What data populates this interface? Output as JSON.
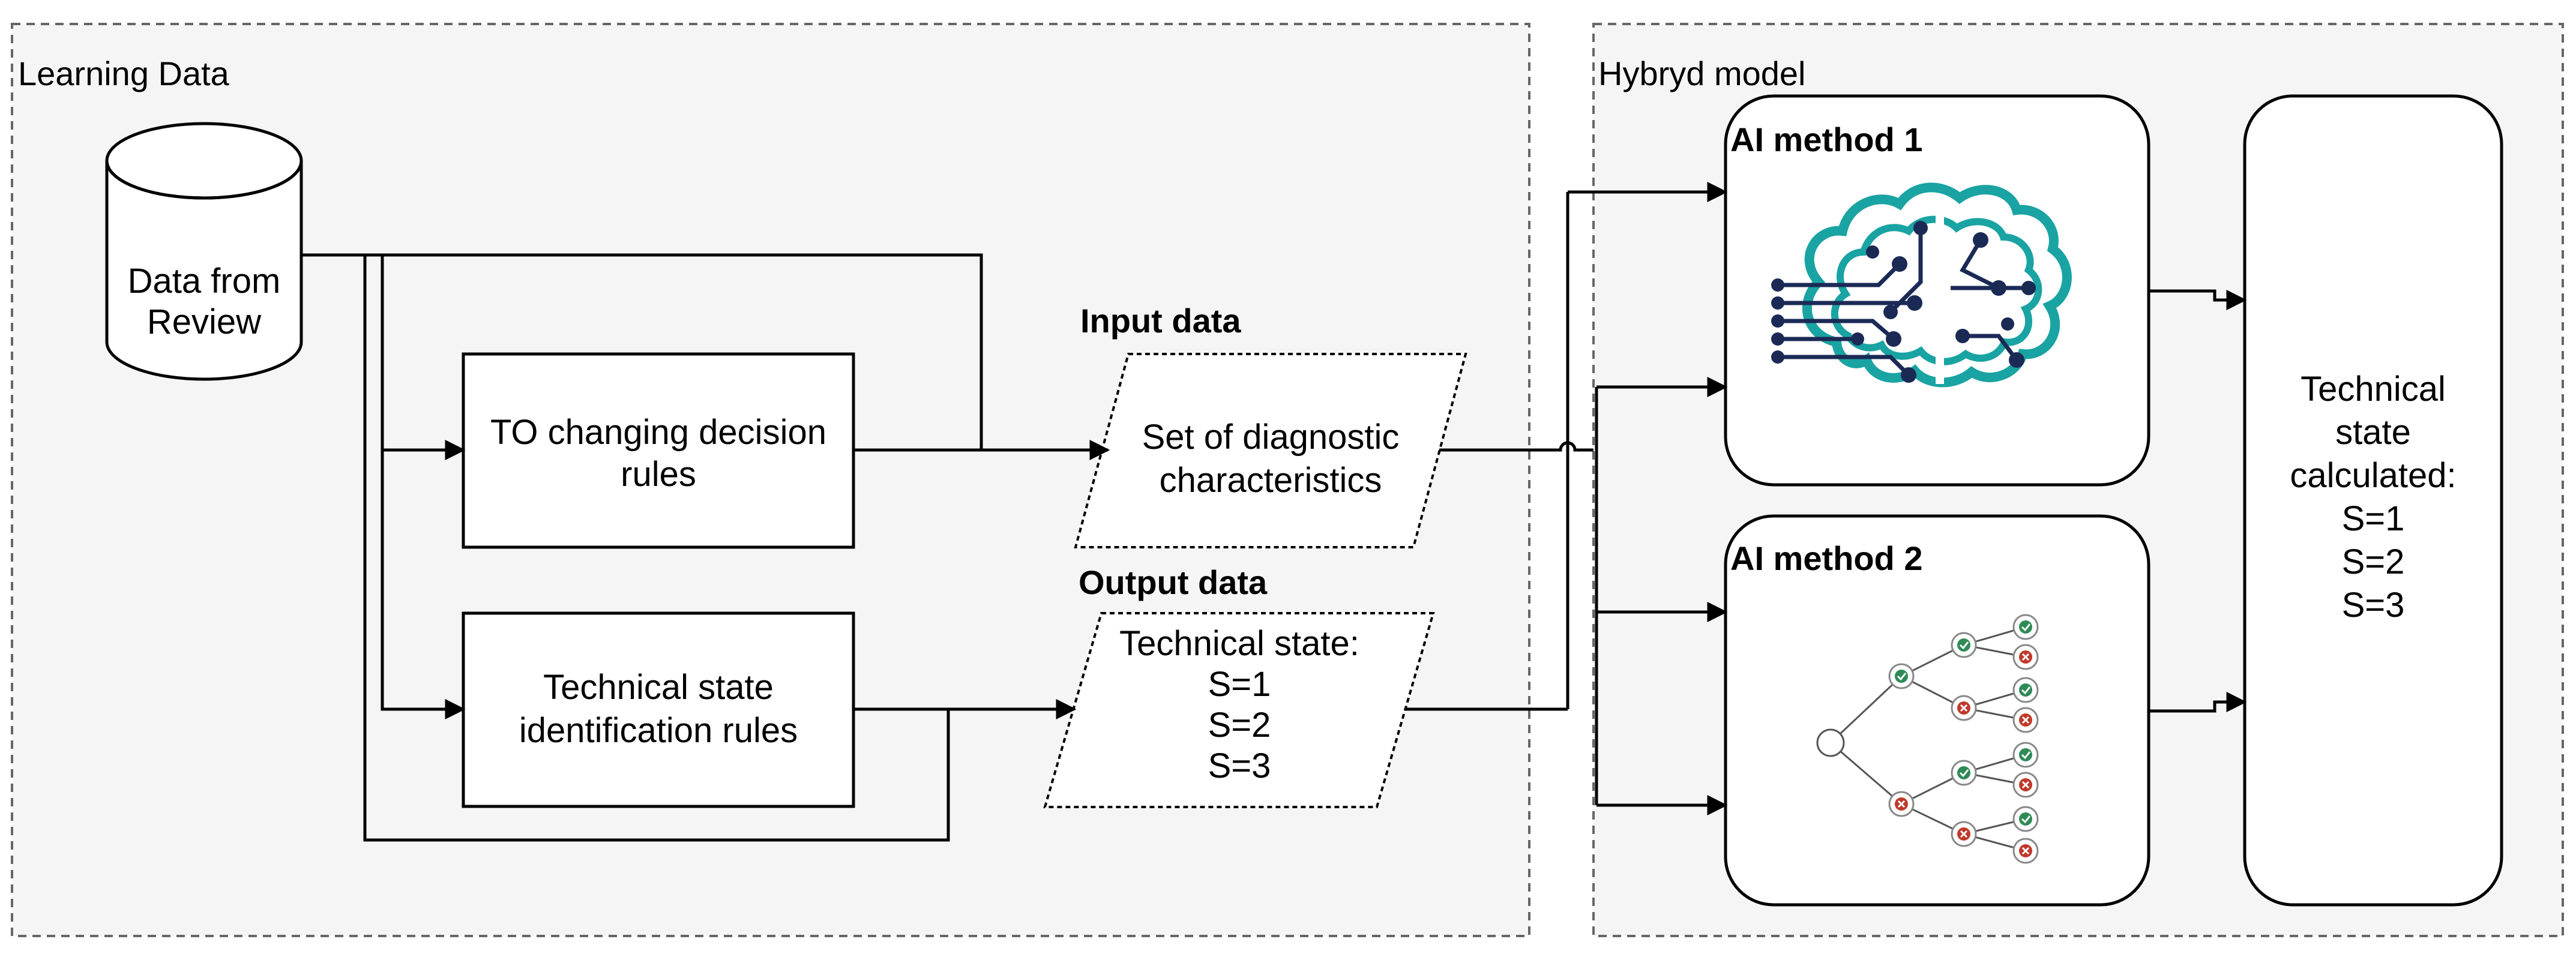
{
  "groups": {
    "learning": "Learning Data",
    "hybrid": "Hybryd model"
  },
  "source": {
    "line1": "Data from",
    "line2": "Review"
  },
  "rules": {
    "to_line1": "TO changing decision",
    "to_line2": "rules",
    "ts_line1": "Technical state",
    "ts_line2": "identification rules"
  },
  "input": {
    "title": "Input data",
    "line1": "Set of diagnostic",
    "line2": "characteristics"
  },
  "output": {
    "title": "Output data",
    "line1": "Technical state:",
    "line2": "S=1",
    "line3": "S=2",
    "line4": "S=3"
  },
  "ai": {
    "method1": "AI method 1",
    "method2": "AI method 2",
    "brain_icon": "brain-circuit-icon",
    "tree_icon": "decision-tree-icon"
  },
  "result": {
    "line1": "Technical",
    "line2": "state",
    "line3": "calculated:",
    "line4": "S=1",
    "line5": "S=2",
    "line6": "S=3"
  },
  "colors": {
    "brain": "#1aa3a3",
    "circuit": "#1b2a55",
    "check": "#2e8b57",
    "cross": "#c0392b"
  }
}
